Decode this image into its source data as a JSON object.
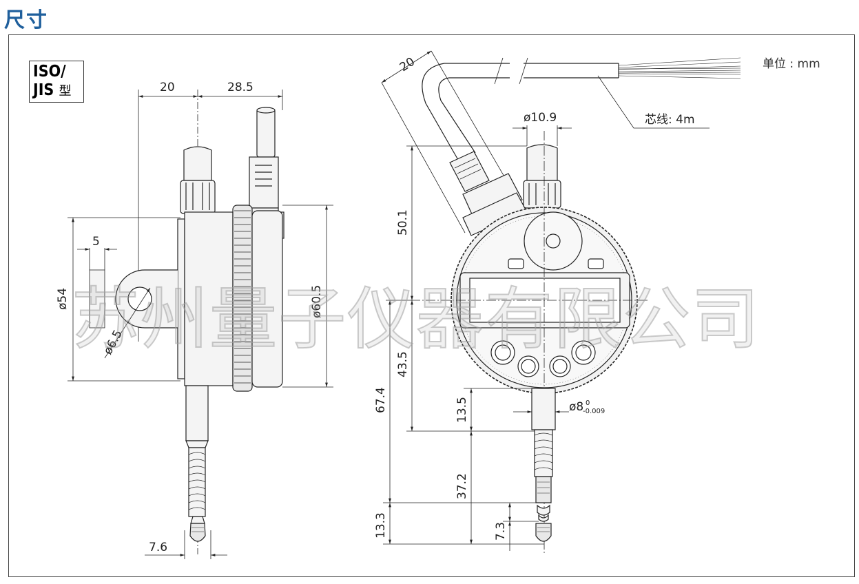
{
  "title": "尺寸",
  "standard_badge": {
    "line1": "ISO/",
    "line2": "JIS",
    "suffix": "型"
  },
  "unit_label": "单位 : mm",
  "cable_label": "芯线: 4m",
  "watermark": "苏州量子仪器有限公司",
  "side_view": {
    "dim_left_offset": "20",
    "dim_right_offset": "28.5",
    "dim_lug_width": "5",
    "dim_back_diameter": "ø54",
    "dim_hole_diameter": "ø6.5",
    "dim_bezel_diameter": "ø60.5",
    "dim_contact_point": "7.6"
  },
  "front_view": {
    "dim_cable_bend": "20",
    "dim_cap_diameter": "ø10.9",
    "dim_top_height": "50.1",
    "dim_center_to_stem": "43.5",
    "dim_total": "67.4",
    "dim_stem_length": "13.5",
    "dim_stem_diameter": "ø8",
    "dim_stem_tol_upper": "0",
    "dim_stem_tol_lower": "-0.009",
    "dim_spindle": "37.2",
    "dim_tip_total": "13.3",
    "dim_tip": "7.3"
  },
  "colors": {
    "title": "#1f5f9c",
    "line": "#222222",
    "body_fill": "#f4f4f4"
  }
}
